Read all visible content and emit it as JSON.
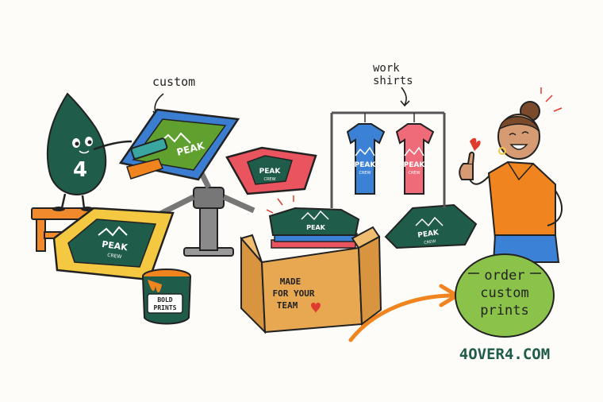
{
  "annotations": {
    "custom": "custom",
    "work_shirts_line1": "work",
    "work_shirts_line2": "shirts"
  },
  "mascot": {
    "number": "4"
  },
  "shirt_print": {
    "brand_line1": "PEAK",
    "brand_line2": "CREW"
  },
  "paint_can": {
    "line1": "BOLD",
    "line2": "PRINTS"
  },
  "box": {
    "line1": "MADE",
    "line2": "FOR YOUR",
    "line3": "TEAM"
  },
  "cta": {
    "line1": "order",
    "line2": "custom",
    "line3": "prints",
    "url": "4OVER4.COM"
  },
  "colors": {
    "dark_green": "#1f5c4a",
    "orange": "#f0841f",
    "yellow": "#f5c842",
    "blue": "#3b82d6",
    "pink": "#f06b7a",
    "lime": "#8bc34a",
    "red": "#e03b2f"
  }
}
